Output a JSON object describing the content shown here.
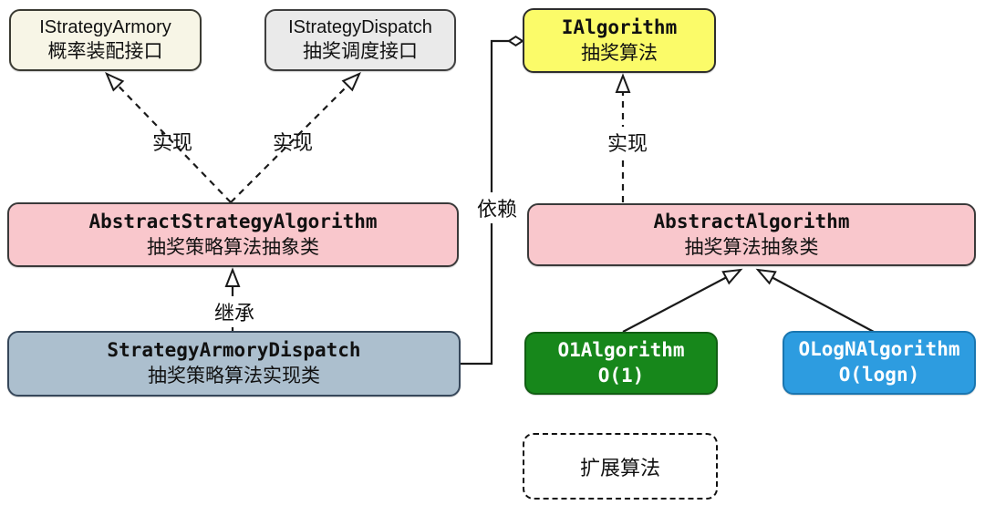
{
  "nodes": [
    {
      "id": "IStrategyArmory",
      "title": "IStrategyArmory",
      "subtitle": "概率装配接口",
      "bg": "#F7F5E6",
      "border": "#3B3B33",
      "text_color": "#111111"
    },
    {
      "id": "IStrategyDispatch",
      "title": "IStrategyDispatch",
      "subtitle": "抽奖调度接口",
      "bg": "#EAEAEA",
      "border": "#3F3F3F",
      "text_color": "#111111"
    },
    {
      "id": "IAlgorithm",
      "title": "IAlgorithm",
      "subtitle": "抽奖算法",
      "bg": "#FBFB69",
      "border": "#2E2E2E",
      "text_color": "#111111"
    },
    {
      "id": "AbstractStrategyAlgorithm",
      "title": "AbstractStrategyAlgorithm",
      "subtitle": "抽奖策略算法抽象类",
      "bg": "#F9C7CC",
      "border": "#3A3A3A",
      "text_color": "#111111"
    },
    {
      "id": "AbstractAlgorithm",
      "title": "AbstractAlgorithm",
      "subtitle": "抽奖算法抽象类",
      "bg": "#F9C7CC",
      "border": "#3A3A3A",
      "text_color": "#111111"
    },
    {
      "id": "StrategyArmoryDispatch",
      "title": "StrategyArmoryDispatch",
      "subtitle": "抽奖策略算法实现类",
      "bg": "#ACBFCE",
      "border": "#36475A",
      "text_color": "#111111"
    },
    {
      "id": "O1Algorithm",
      "title": "O1Algorithm",
      "subtitle": "O(1)",
      "bg": "#17871B",
      "border": "#115E13",
      "text_color": "#FFFFFF"
    },
    {
      "id": "OLogNAlgorithm",
      "title": "OLogNAlgorithm",
      "subtitle": "O(logn)",
      "bg": "#2D9CE0",
      "border": "#1A76B0",
      "text_color": "#FFFFFF"
    }
  ],
  "edges": [
    {
      "from": "AbstractStrategyAlgorithm",
      "to": "IStrategyArmory",
      "type": "realization-dashed-hollow-triangle",
      "label": "实现"
    },
    {
      "from": "AbstractStrategyAlgorithm",
      "to": "IStrategyDispatch",
      "type": "realization-dashed-hollow-triangle",
      "label": "实现"
    },
    {
      "from": "AbstractAlgorithm",
      "to": "IAlgorithm",
      "type": "realization-dashed-hollow-triangle",
      "label": "实现"
    },
    {
      "from": "StrategyArmoryDispatch",
      "to": "AbstractStrategyAlgorithm",
      "type": "generalization-solid-hollow-triangle",
      "label": "继承"
    },
    {
      "from": "StrategyArmoryDispatch",
      "to": "IAlgorithm",
      "type": "dependency-solid-hollow-diamond",
      "label": "依赖"
    },
    {
      "from": "O1Algorithm",
      "to": "AbstractAlgorithm",
      "type": "generalization-solid-hollow-triangle",
      "label": ""
    },
    {
      "from": "OLogNAlgorithm",
      "to": "AbstractAlgorithm",
      "type": "generalization-solid-hollow-triangle",
      "label": ""
    }
  ],
  "extension_box": {
    "label": "扩展算法"
  },
  "line_color": "#1A1A1A"
}
